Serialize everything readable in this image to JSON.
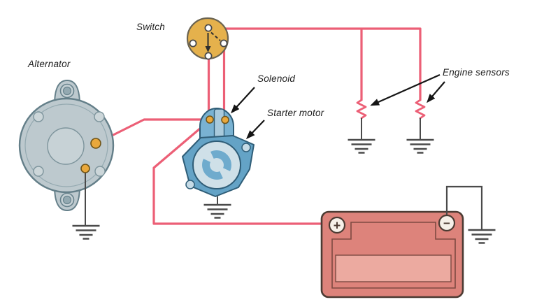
{
  "diagram": {
    "labels": {
      "switch": "Switch",
      "alternator": "Alternator",
      "solenoid": "Solenoid",
      "starter_motor": "Starter motor",
      "engine_sensors": "Engine sensors"
    },
    "battery": {
      "positive_symbol": "+",
      "negative_symbol": "−"
    },
    "colors": {
      "wire_red": "#ec5f76",
      "line_dark": "#4a4a4a",
      "annotation_black": "#151515",
      "switch_gold": "#e5b14c",
      "terminal_gold": "#e9a83c",
      "alternator_gray_blue": "#bdc9ce",
      "starter_blue": "#64a3c6",
      "starter_light_blue": "#cfe0e8",
      "battery_red": "#dd837b"
    }
  }
}
